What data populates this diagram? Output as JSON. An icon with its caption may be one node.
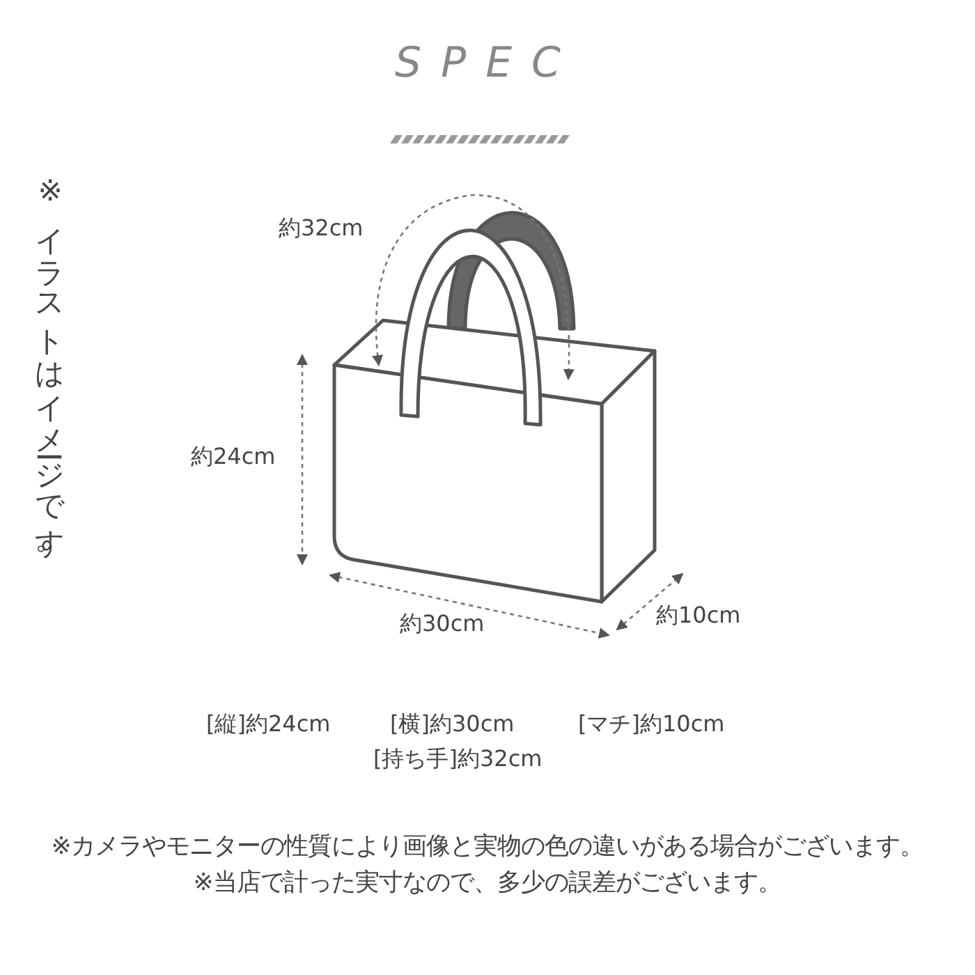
{
  "diagram": {
    "title": "SPEC",
    "labels": [
      "※イラストはイメージです。",
      "約32cm",
      "約24cm",
      "約30cm",
      "約10cm",
      "[縦]約24cm",
      "[横]約30cm",
      "[マチ]約10cm",
      "[持ち手]約32cm",
      "※カメラやモニターの性質により画像と実物の色の違いがある場合がございます。※当店で計った実寸なので、多少の誤差がございます。"
    ]
  }
}
